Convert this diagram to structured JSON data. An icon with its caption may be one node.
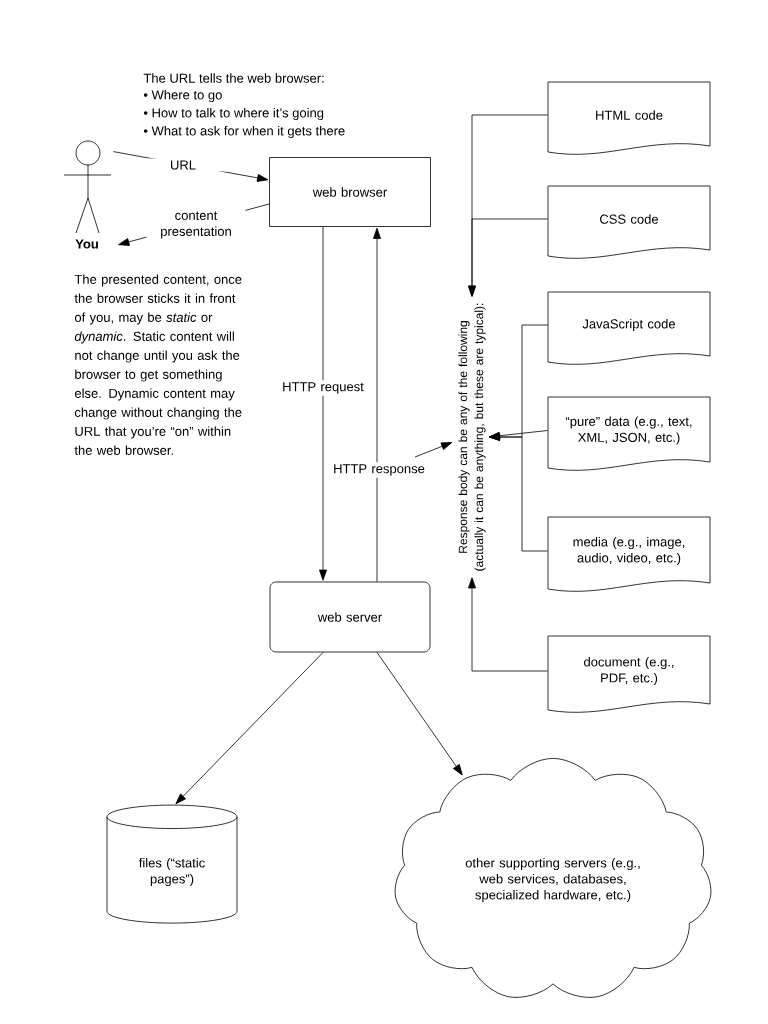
{
  "diagram": {
    "nodes": [
      {
        "text": [],
        "shape": "person",
        "beside": [
          "You"
        ]
      },
      {
        "text": [
          "web browser"
        ]
      },
      {
        "text": [
          "web server"
        ]
      },
      {
        "text": [
          "files (“static pages”)"
        ]
      },
      {
        "text": [
          "other supporting servers (e.g., web services, databases, specialized hardware, etc.)"
        ]
      },
      {
        "text": [
          "Response body can be any of the following (actually it can be anything, but these are typical):"
        ]
      },
      {
        "text": [
          "HTML code"
        ]
      },
      {
        "text": [
          "CSS code"
        ]
      },
      {
        "text": [
          "JavaScript code"
        ]
      },
      {
        "text": [
          "“pure” data (e.g., text, XML, JSON, etc.)"
        ]
      },
      {
        "text": [
          "media (e.g., image, audio, video, etc.)"
        ]
      },
      {
        "text": [
          "document (e.g., PDF, etc.)"
        ]
      }
    ],
    "edges": [
      {
        "from": 0,
        "to": 1,
        "arrow": "to",
        "label": "URL"
      },
      {
        "from": 1,
        "to": 0,
        "arrow": "to",
        "label": "content presentation"
      },
      {
        "from": 1,
        "to": 2,
        "arrow": "to",
        "label": "HTTP request"
      },
      {
        "from": 2,
        "to": 1,
        "arrow": "to",
        "label": "HTTP response"
      },
      {
        "from": null,
        "to": 5,
        "arrow": "to"
      },
      {
        "from": 2,
        "to": 3,
        "arrow": "to"
      },
      {
        "from": 2,
        "to": 4,
        "arrow": "to"
      },
      {
        "from": 6,
        "to": 5,
        "arrow": "to"
      },
      {
        "from": 7,
        "to": 5,
        "arrow": "to"
      },
      {
        "from": 8,
        "to": 5,
        "arrow": "to"
      },
      {
        "from": 9,
        "to": 5,
        "arrow": "to"
      },
      {
        "from": 10,
        "to": 5,
        "arrow": "to"
      },
      {
        "from": 11,
        "to": 5,
        "arrow": "to"
      }
    ],
    "labels": [
      "The URL tells the web browser:",
      "• Where to go",
      "• How to talk to where it’s going",
      "• What to ask for when it gets there",
      "The presented content, once the browser sticks it in front of you, may be *static* or *dynamic*.  Static content will not change until you ask the browser to get something else. Dynamic content may change without changing the URL that you’re “on” within the web browser."
    ]
  }
}
